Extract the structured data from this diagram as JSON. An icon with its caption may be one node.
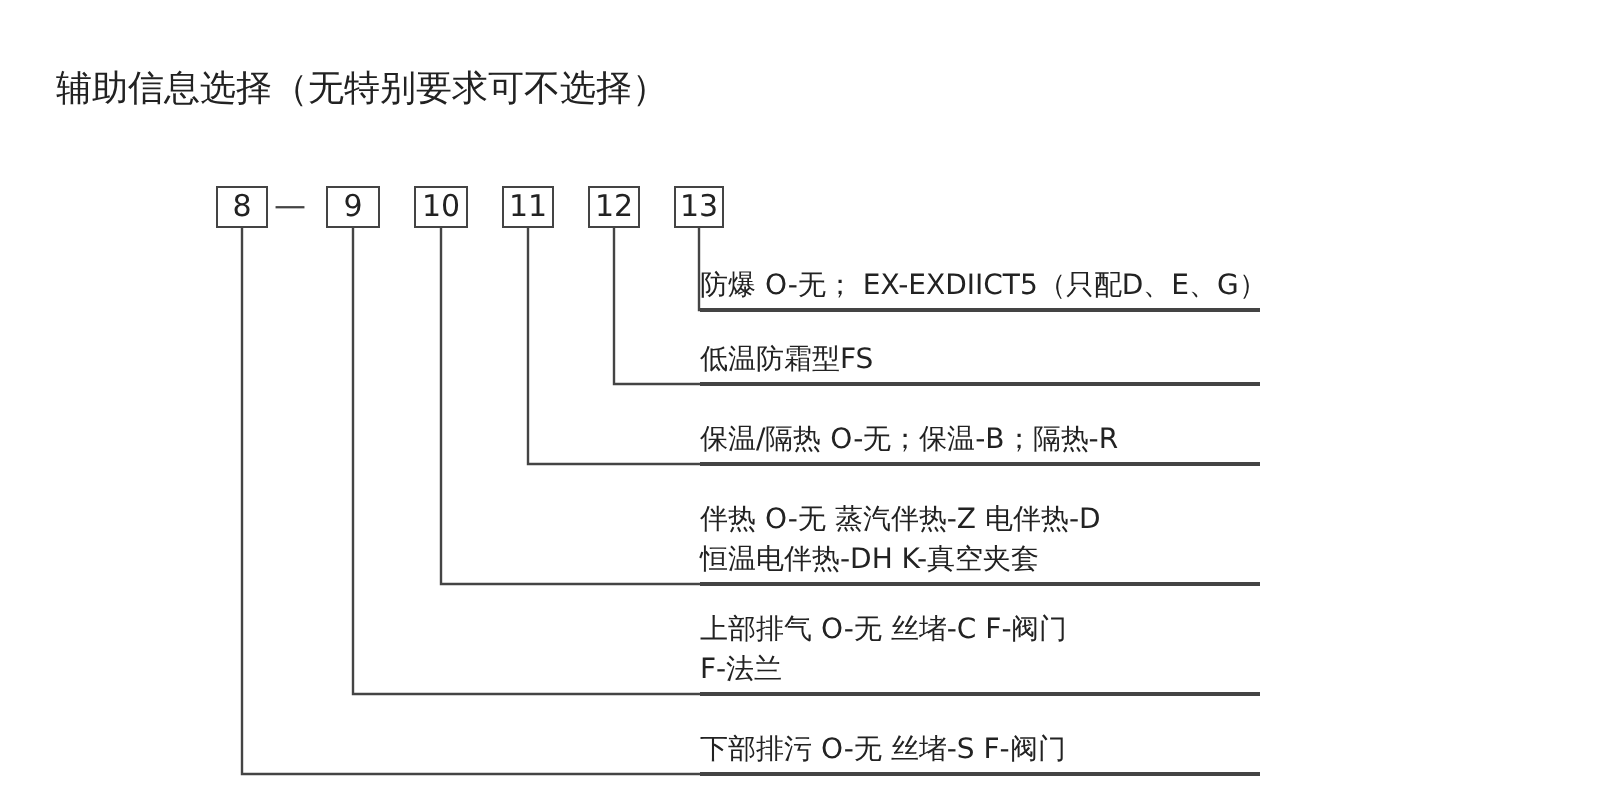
{
  "diagram": {
    "title": "辅助信息选择（无特别要求可不选择）",
    "nodes": [
      {
        "text": [
          "8"
        ]
      },
      {
        "text": [
          "9"
        ]
      },
      {
        "text": [
          "10"
        ]
      },
      {
        "text": [
          "11"
        ]
      },
      {
        "text": [
          "12"
        ]
      },
      {
        "text": [
          "13"
        ]
      },
      {
        "text": [
          "防爆 O-无； EX-EXDIICT5（只配D、E、G）"
        ]
      },
      {
        "text": [
          "低温防霜型FS"
        ]
      },
      {
        "text": [
          "保温/隔热 O-无；保温-B；隔热-R"
        ]
      },
      {
        "text": [
          "伴热 O-无 蒸汽伴热-Z 电伴热-D 恒温电伴热-DH K-真空夹套"
        ]
      },
      {
        "text": [
          "上部排气 O-无 丝堵-C F-阀门 F-法兰"
        ]
      },
      {
        "text": [
          "下部排污 O-无 丝堵-S F-阀门"
        ]
      }
    ],
    "edges": [
      {
        "from": 5,
        "to": 6,
        "arrow": "none"
      },
      {
        "from": 4,
        "to": 7,
        "arrow": "none"
      },
      {
        "from": 3,
        "to": 8,
        "arrow": "none"
      },
      {
        "from": 2,
        "to": 9,
        "arrow": "none"
      },
      {
        "from": 1,
        "to": 10,
        "arrow": "none"
      },
      {
        "from": 0,
        "to": 11,
        "arrow": "none"
      }
    ],
    "labels": [
      "—"
    ]
  }
}
